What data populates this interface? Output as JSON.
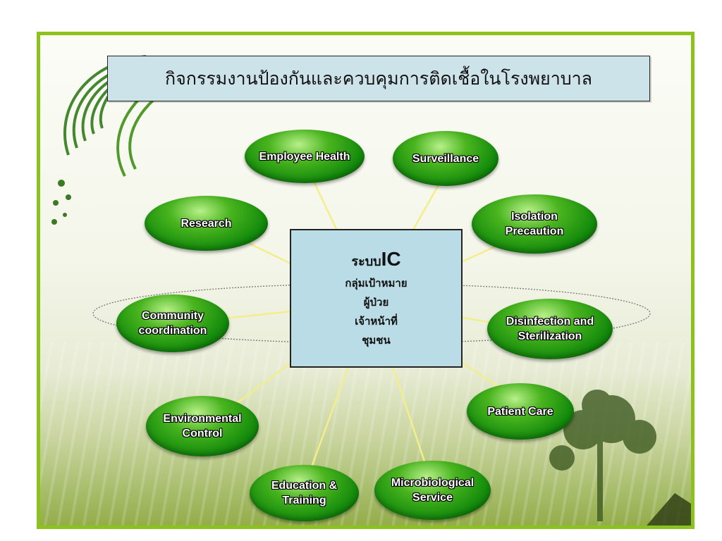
{
  "title": "กิจกรรมงานป้องกันและควบคุมการติดเชื้อในโรงพยาบาล",
  "center": {
    "title_prefix": "ระบบ",
    "title_acronym": "IC",
    "lines": [
      "กลุ่มเป้าหมาย",
      "ผู้ป่วย",
      "เจ้าหน้าที่",
      "ชุมชน"
    ]
  },
  "nodes": [
    {
      "id": "employee-health",
      "label": "Employee Health"
    },
    {
      "id": "surveillance",
      "label": "Surveillance"
    },
    {
      "id": "research",
      "label": "Research"
    },
    {
      "id": "isolation-precaution",
      "label": "Isolation\nPrecaution"
    },
    {
      "id": "community-coordination",
      "label": "Community\ncoordination"
    },
    {
      "id": "disinfection-sterilization",
      "label": "Disinfection and\nSterilization"
    },
    {
      "id": "environmental-control",
      "label": "Environmental\nControl"
    },
    {
      "id": "patient-care",
      "label": "Patient Care"
    },
    {
      "id": "education-training",
      "label": "Education &\nTraining"
    },
    {
      "id": "microbiological-service",
      "label": "Microbiological\nService"
    }
  ],
  "colors": {
    "frame": "#8cc11e",
    "node_green": "#138a0c",
    "box_blue": "#b9dce7",
    "connector": "#f3ee8a"
  }
}
